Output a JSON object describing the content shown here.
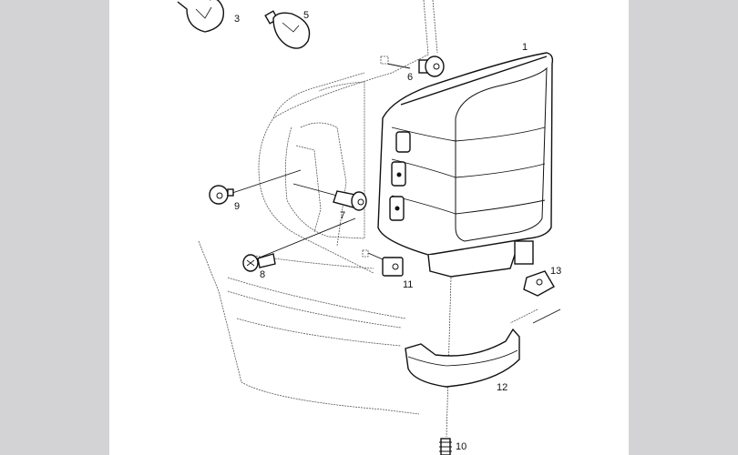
{
  "diagram": {
    "background_color": "#d3d3d5",
    "callouts": [
      {
        "id": "1",
        "label": "1",
        "part": "tail-lamp-assembly"
      },
      {
        "id": "3",
        "label": "3",
        "part": "bulb"
      },
      {
        "id": "5",
        "label": "5",
        "part": "bulb"
      },
      {
        "id": "6",
        "label": "6",
        "part": "grommet"
      },
      {
        "id": "7",
        "label": "7",
        "part": "bolt"
      },
      {
        "id": "8",
        "label": "8",
        "part": "screw"
      },
      {
        "id": "9",
        "label": "9",
        "part": "grommet-nut"
      },
      {
        "id": "10",
        "label": "10",
        "part": "screw"
      },
      {
        "id": "11",
        "label": "11",
        "part": "clip"
      },
      {
        "id": "12",
        "label": "12",
        "part": "lamp-lens-lower"
      },
      {
        "id": "13",
        "label": "13",
        "part": "spring-clip"
      }
    ]
  }
}
